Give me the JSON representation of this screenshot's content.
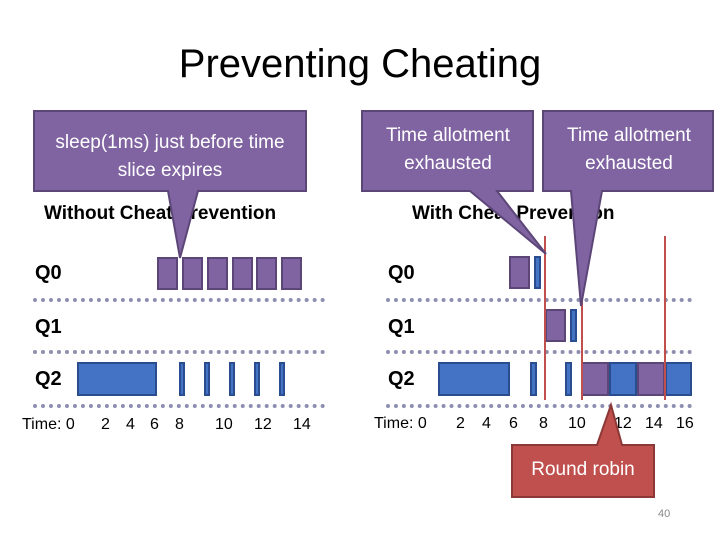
{
  "title": "Preventing Cheating",
  "left": {
    "heading": "Without Cheat Prevention",
    "queues": [
      "Q0",
      "Q1",
      "Q2"
    ],
    "time_label": "Time: 0",
    "ticks": [
      "2",
      "4",
      "6",
      "8",
      "10",
      "12",
      "14"
    ]
  },
  "right": {
    "heading": "With Cheat Prevention",
    "queues": [
      "Q0",
      "Q1",
      "Q2"
    ],
    "time_label": "Time: 0",
    "ticks": [
      "2",
      "4",
      "6",
      "8",
      "10",
      "12",
      "14",
      "16"
    ]
  },
  "callouts": {
    "sleep": "sleep(1ms) just before time slice expires",
    "allot1": "Time allotment exhausted",
    "allot2": "Time allotment exhausted",
    "round_robin": "Round robin"
  },
  "page_number": "40",
  "colors": {
    "callout_purple": "#8064a2",
    "callout_red": "#c0504d",
    "block_blue": "#4472c4",
    "marker_red": "#c0504d"
  }
}
